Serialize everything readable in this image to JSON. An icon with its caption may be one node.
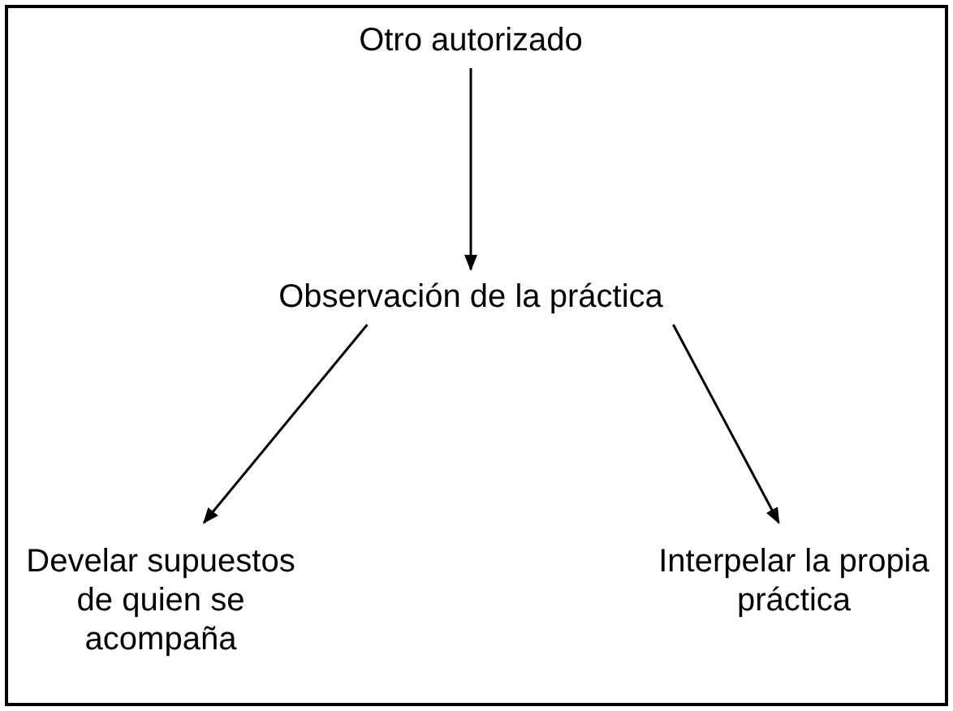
{
  "diagram": {
    "nodes": [
      {
        "text": [
          "Otro autorizado"
        ]
      },
      {
        "text": [
          "Observación de la práctica"
        ]
      },
      {
        "text": [
          "Develar supuestos de quien se acompaña"
        ]
      },
      {
        "text": [
          "Interpelar la propia práctica"
        ]
      }
    ],
    "edges": [
      {
        "from": 0,
        "to": 1,
        "arrow": "to"
      },
      {
        "from": 1,
        "to": 2,
        "arrow": "to"
      },
      {
        "from": 1,
        "to": 3,
        "arrow": "to"
      }
    ]
  }
}
